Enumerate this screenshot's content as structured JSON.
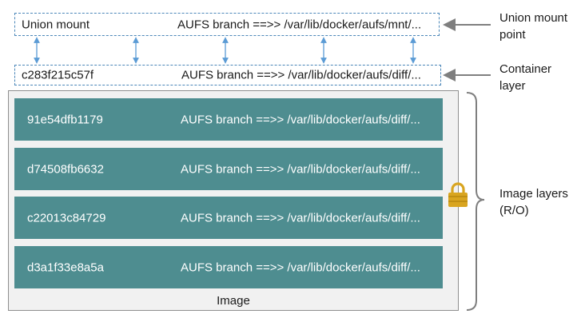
{
  "union_mount": {
    "id": "Union mount",
    "branch": "AUFS branch ==>> /var/lib/docker/aufs/mnt/..."
  },
  "container_layer": {
    "id": "c283f215c57f",
    "branch": "AUFS branch ==>> /var/lib/docker/aufs/diff/..."
  },
  "image_layers": [
    {
      "id": "91e54dfb1179",
      "branch": "AUFS branch ==>> /var/lib/docker/aufs/diff/..."
    },
    {
      "id": "d74508fb6632",
      "branch": "AUFS branch ==>> /var/lib/docker/aufs/diff/..."
    },
    {
      "id": "c22013c84729",
      "branch": "AUFS branch ==>> /var/lib/docker/aufs/diff/..."
    },
    {
      "id": "d3a1f33e8a5a",
      "branch": "AUFS branch ==>> /var/lib/docker/aufs/diff/..."
    }
  ],
  "image_label": "Image",
  "side_labels": {
    "union_line1": "Union mount",
    "union_line2": "point",
    "container_line1": "Container",
    "container_line2": "layer",
    "image_line1": "Image layers",
    "image_line2": "(R/O)"
  },
  "icons": {
    "lock": "lock-icon"
  },
  "colors": {
    "layer_fill": "#4e8d90",
    "dashed_border": "#4a86b8",
    "arrow": "#5b9bd5",
    "lock": "#d9a520",
    "pointer": "#7f7f7f"
  }
}
